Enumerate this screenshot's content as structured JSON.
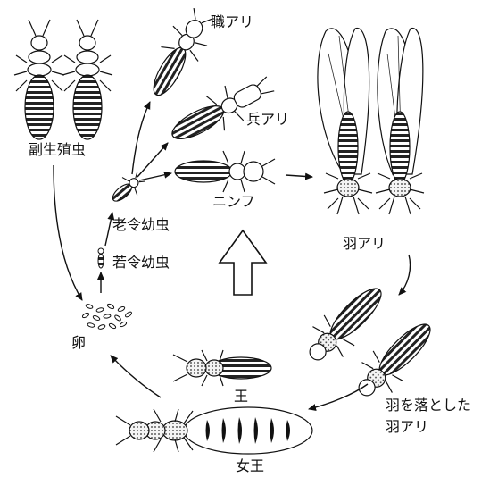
{
  "labels": {
    "worker": "職アリ",
    "soldier": "兵アリ",
    "nymph": "ニンフ",
    "secondary_reproductive": "副生殖虫",
    "older_larva": "老令幼虫",
    "younger_larva": "若令幼虫",
    "egg": "卵",
    "alate": "羽アリ",
    "dealate_line1": "羽を落とした",
    "dealate_line2": "羽アリ",
    "king": "王",
    "queen": "女王"
  }
}
